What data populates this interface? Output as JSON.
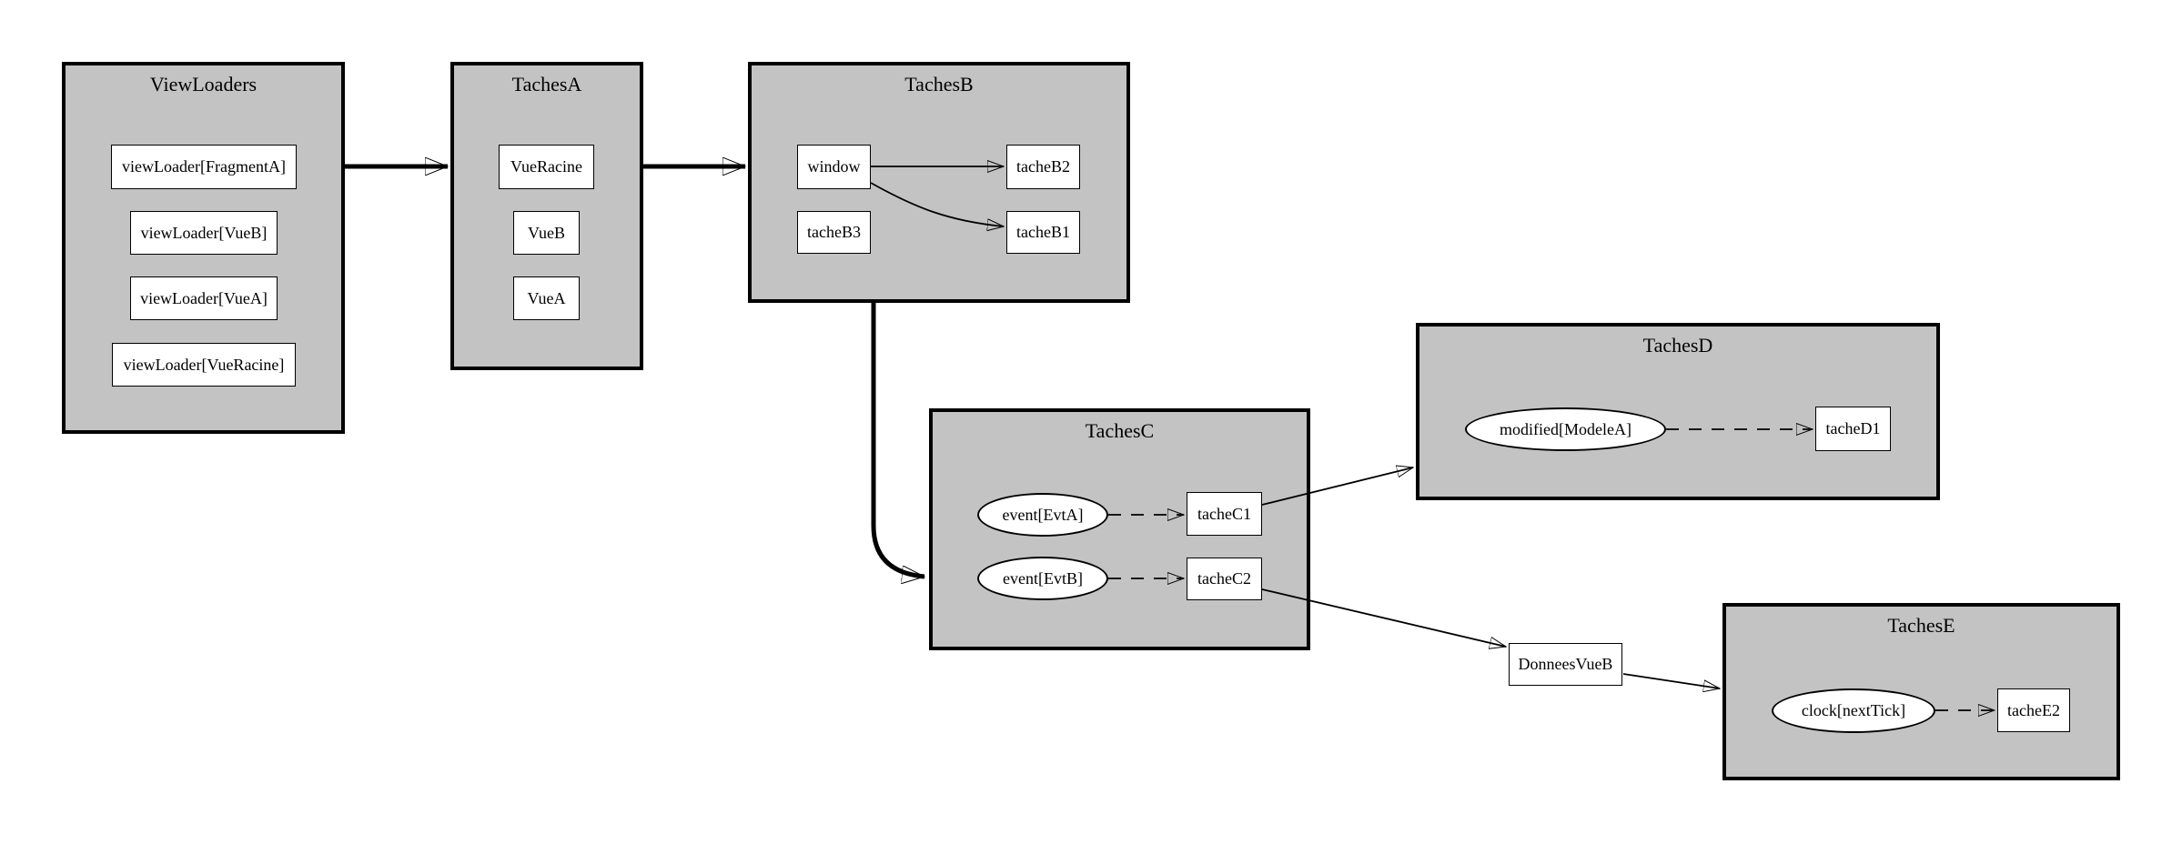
{
  "diagram": {
    "background_color": "#ffffff",
    "cluster_fill_color": "#c3c3c3",
    "cluster_border_color": "#000000",
    "node_fill_color": "#ffffff",
    "clusters": {
      "viewloaders": {
        "title": "ViewLoaders",
        "nodes": {
          "fragmentA": {
            "label": "viewLoader[FragmentA]",
            "shape": "box"
          },
          "vueB": {
            "label": "viewLoader[VueB]",
            "shape": "box"
          },
          "vueA": {
            "label": "viewLoader[VueA]",
            "shape": "box"
          },
          "vueRacine": {
            "label": "viewLoader[VueRacine]",
            "shape": "box"
          }
        }
      },
      "tachesA": {
        "title": "TachesA",
        "nodes": {
          "vueRacine": {
            "label": "VueRacine",
            "shape": "box"
          },
          "vueB": {
            "label": "VueB",
            "shape": "box"
          },
          "vueA": {
            "label": "VueA",
            "shape": "box"
          }
        }
      },
      "tachesB": {
        "title": "TachesB",
        "nodes": {
          "window": {
            "label": "window",
            "shape": "box"
          },
          "tacheB2": {
            "label": "tacheB2",
            "shape": "box"
          },
          "tacheB3": {
            "label": "tacheB3",
            "shape": "box"
          },
          "tacheB1": {
            "label": "tacheB1",
            "shape": "box"
          }
        }
      },
      "tachesC": {
        "title": "TachesC",
        "nodes": {
          "eventEvtA": {
            "label": "event[EvtA]",
            "shape": "ellipse"
          },
          "tacheC1": {
            "label": "tacheC1",
            "shape": "box"
          },
          "eventEvtB": {
            "label": "event[EvtB]",
            "shape": "ellipse"
          },
          "tacheC2": {
            "label": "tacheC2",
            "shape": "box"
          }
        }
      },
      "tachesD": {
        "title": "TachesD",
        "nodes": {
          "modifiedModeleA": {
            "label": "modified[ModeleA]",
            "shape": "ellipse"
          },
          "tacheD1": {
            "label": "tacheD1",
            "shape": "box"
          }
        }
      },
      "tachesE": {
        "title": "TachesE",
        "nodes": {
          "clockNextTick": {
            "label": "clock[nextTick]",
            "shape": "ellipse"
          },
          "tacheE2": {
            "label": "tacheE2",
            "shape": "box"
          }
        }
      }
    },
    "free_nodes": {
      "donneesVueB": {
        "label": "DonneesVueB",
        "shape": "box"
      }
    },
    "edges": [
      {
        "from": "ViewLoaders",
        "to": "TachesA",
        "style": "bold"
      },
      {
        "from": "TachesA",
        "to": "TachesB",
        "style": "bold"
      },
      {
        "from": "TachesB",
        "to": "TachesC",
        "style": "bold"
      },
      {
        "from": "window",
        "to": "tacheB2",
        "style": "solid"
      },
      {
        "from": "window",
        "to": "tacheB1",
        "style": "solid"
      },
      {
        "from": "event[EvtA]",
        "to": "tacheC1",
        "style": "dashed"
      },
      {
        "from": "event[EvtB]",
        "to": "tacheC2",
        "style": "dashed"
      },
      {
        "from": "modified[ModeleA]",
        "to": "tacheD1",
        "style": "dashed"
      },
      {
        "from": "clock[nextTick]",
        "to": "tacheE2",
        "style": "dashed"
      },
      {
        "from": "tacheC1",
        "to": "TachesD",
        "style": "solid"
      },
      {
        "from": "tacheC2",
        "to": "DonneesVueB",
        "style": "solid"
      },
      {
        "from": "DonneesVueB",
        "to": "TachesE",
        "style": "solid"
      }
    ]
  }
}
